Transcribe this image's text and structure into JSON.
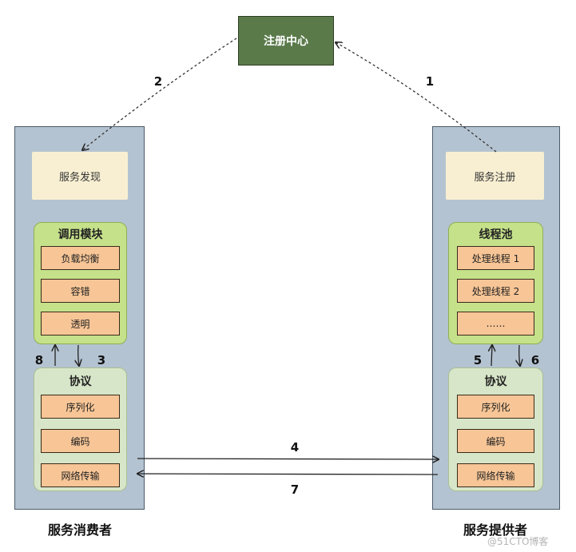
{
  "registry": {
    "label": "注册中心"
  },
  "consumer": {
    "discovery_label": "服务发现",
    "module_title": "调用模块",
    "module_items": [
      "负载均衡",
      "容错",
      "透明"
    ],
    "protocol_title": "协议",
    "protocol_items": [
      "序列化",
      "编码",
      "网络传输"
    ],
    "footer": "服务消费者"
  },
  "provider": {
    "registration_label": "服务注册",
    "pool_title": "线程池",
    "pool_items": [
      "处理线程 1",
      "处理线程 2",
      "……"
    ],
    "protocol_title": "协议",
    "protocol_items": [
      "序列化",
      "编码",
      "网络传输"
    ],
    "footer": "服务提供者"
  },
  "steps": {
    "s1": "1",
    "s2": "2",
    "s3": "3",
    "s4": "4",
    "s5": "5",
    "s6": "6",
    "s7": "7",
    "s8": "8"
  },
  "watermark": "@51CTO博客"
}
